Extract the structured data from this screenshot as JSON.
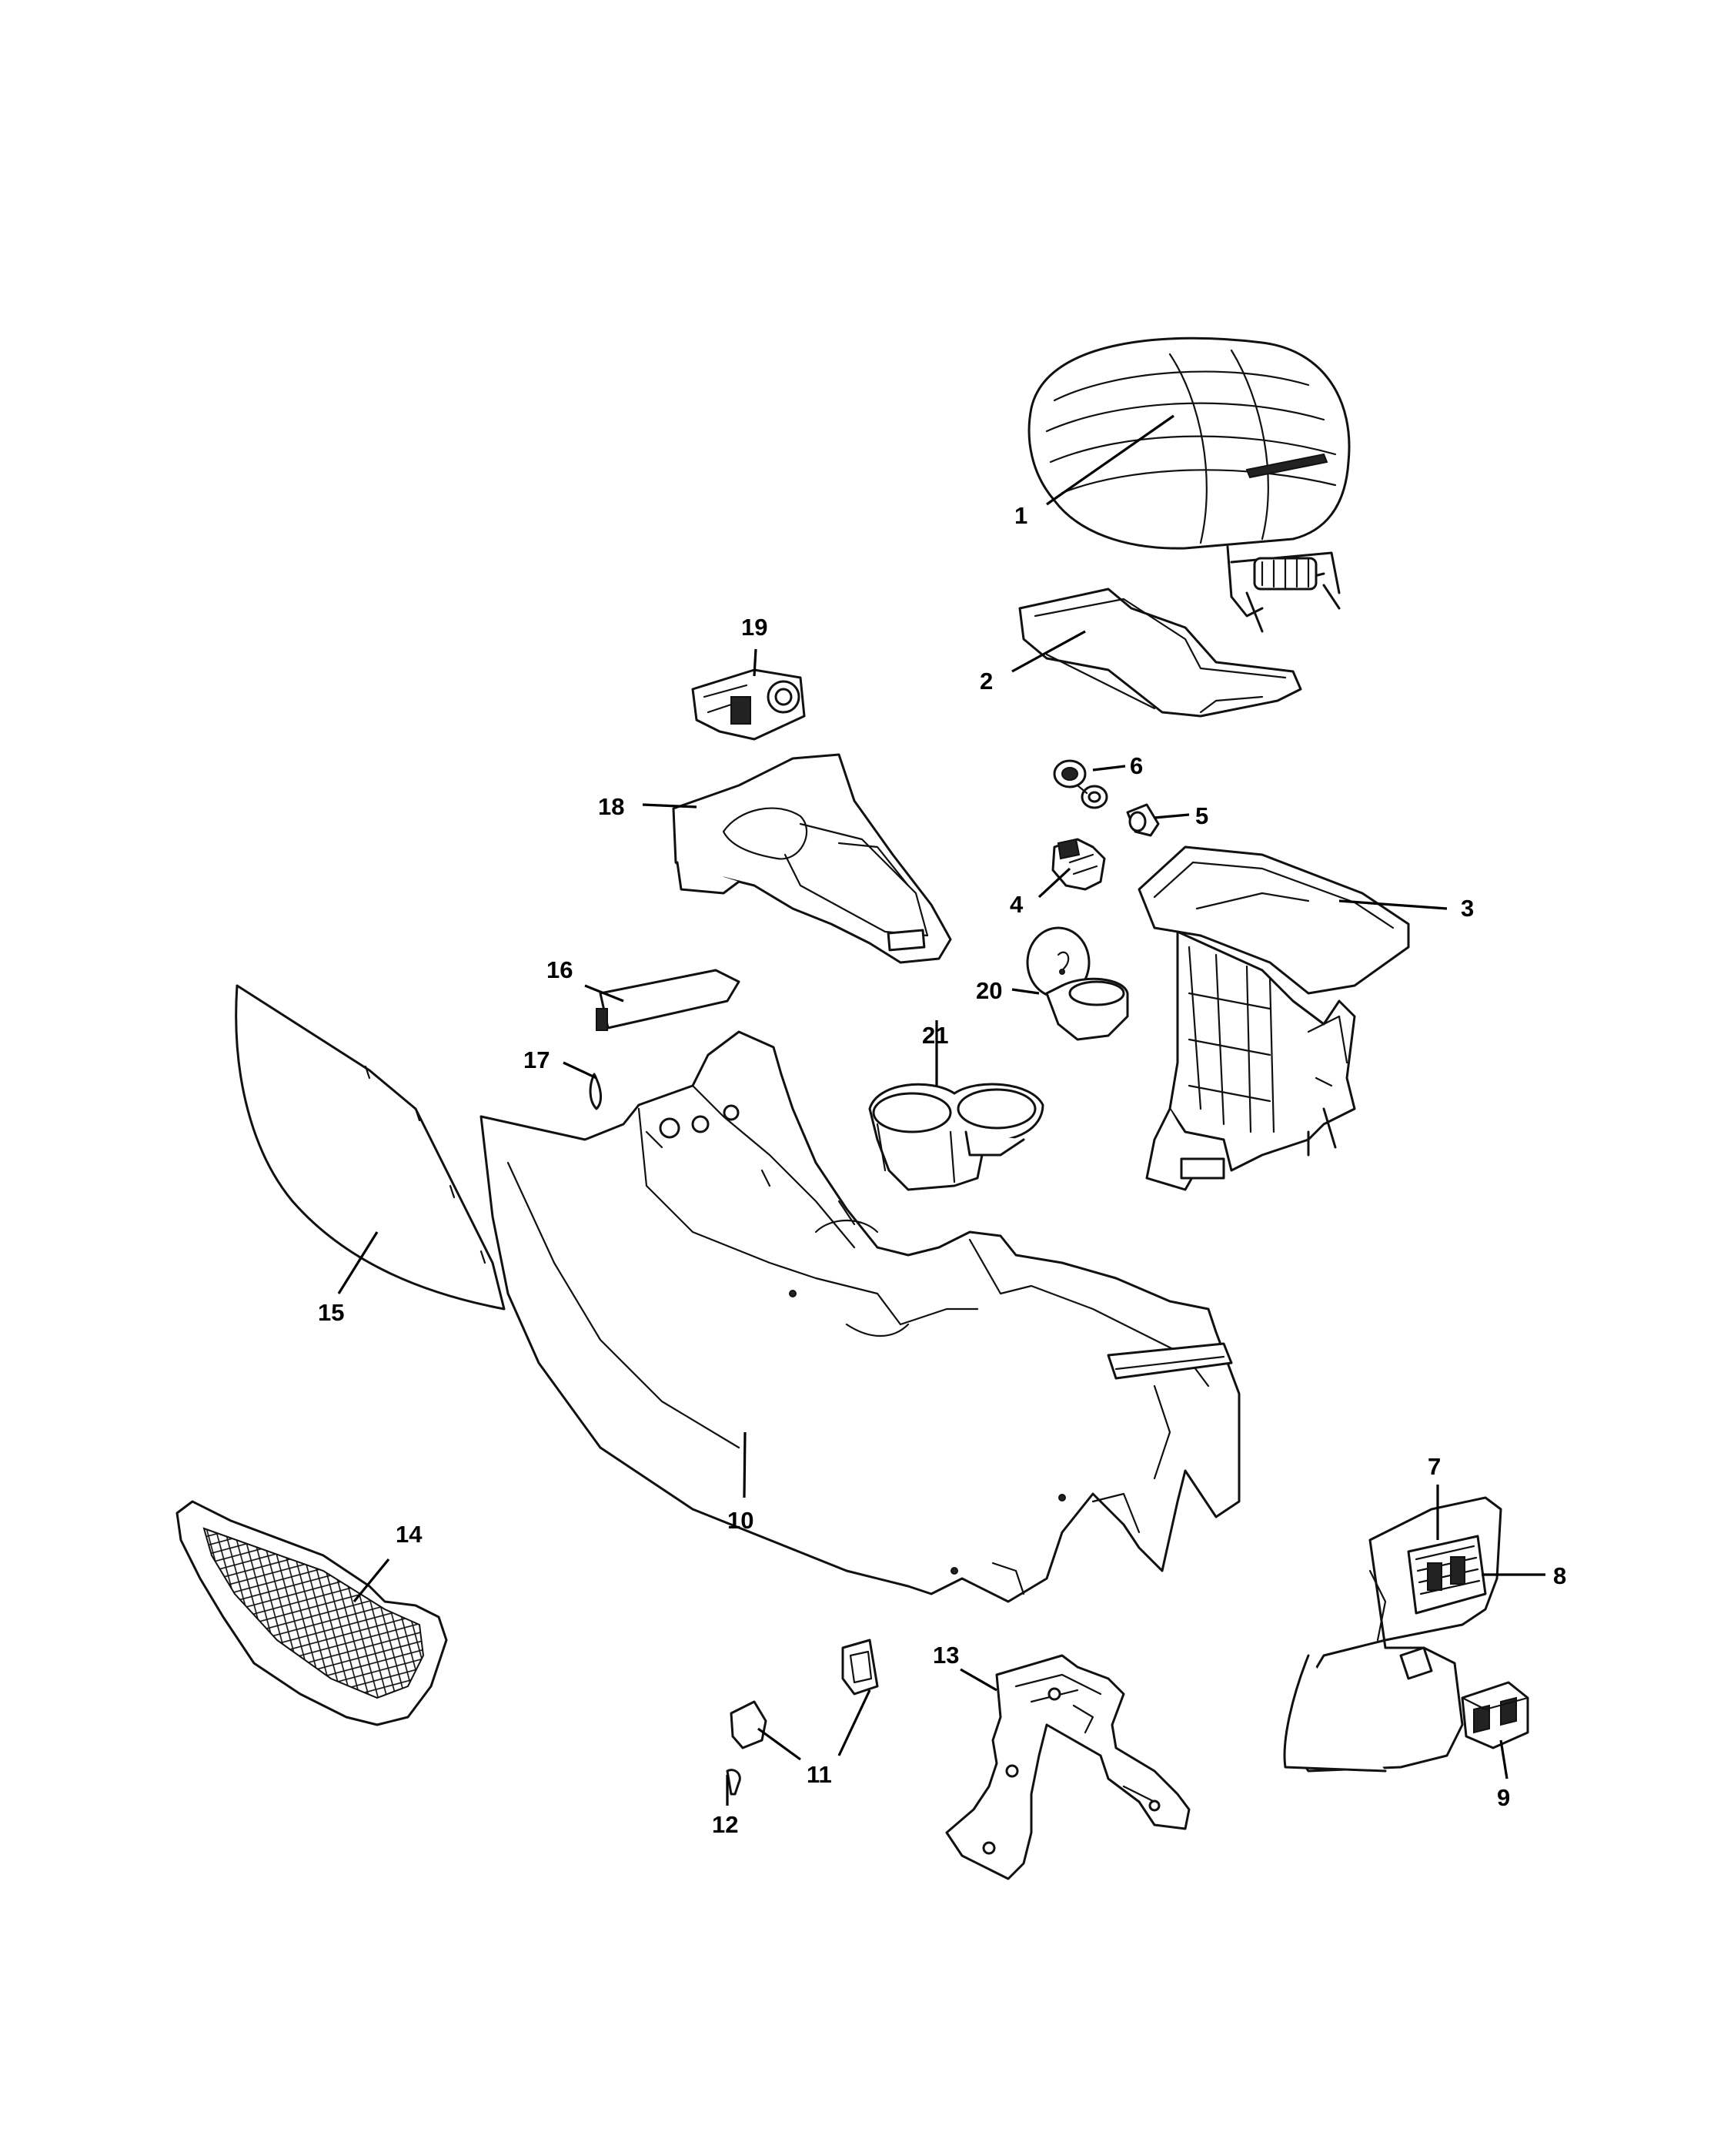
{
  "callouts": [
    "1",
    "2",
    "3",
    "4",
    "5",
    "6",
    "7",
    "8",
    "9",
    "10",
    "11",
    "11",
    "12",
    "13",
    "14",
    "15",
    "16",
    "17",
    "18",
    "19",
    "20",
    "21"
  ]
}
